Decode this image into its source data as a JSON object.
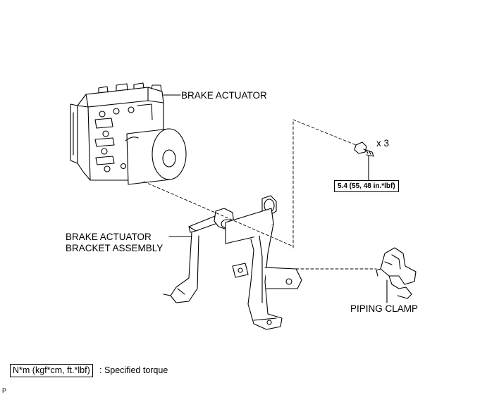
{
  "labels": {
    "brake_actuator": "BRAKE ACTUATOR",
    "bracket_line1": "BRAKE ACTUATOR",
    "bracket_line2": "BRACKET ASSEMBLY",
    "piping_clamp": "PIPING CLAMP",
    "quantity": "x 3",
    "torque": "5.4 (55, 48 in.*lbf)"
  },
  "legend": {
    "unit": "N*m (kgf*cm, ft.*lbf)",
    "description": ": Specified torque"
  },
  "corner_code": "P"
}
